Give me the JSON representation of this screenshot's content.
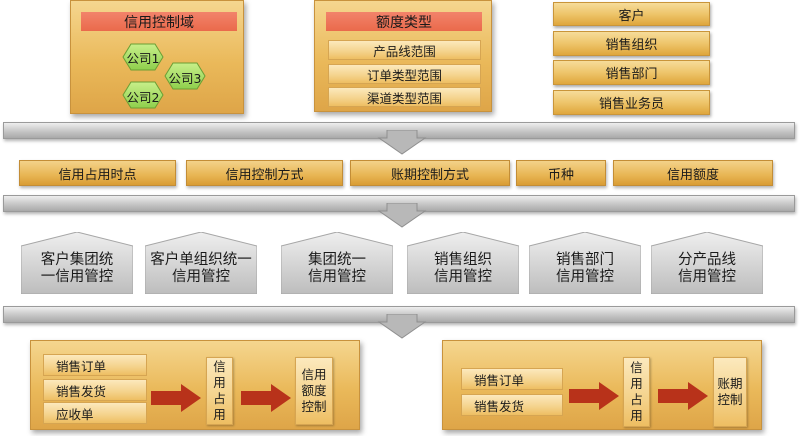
{
  "top": {
    "credit_domain": {
      "title": "信用控制域",
      "companies": [
        "公司1",
        "公司2",
        "公司3"
      ]
    },
    "quota_type": {
      "title": "额度类型",
      "items": [
        "产品线范围",
        "订单类型范围",
        "渠道类型范围"
      ]
    },
    "customer_side": {
      "items": [
        "客户",
        "销售组织",
        "销售部门",
        "销售业务员"
      ]
    }
  },
  "attributes": [
    "信用占用时点",
    "信用控制方式",
    "账期控制方式",
    "币种",
    "信用额度"
  ],
  "control_modes": [
    {
      "line1": "客户集团统",
      "line2": "一信用管控"
    },
    {
      "line1": "客户单组织统一",
      "line2": "信用管控"
    },
    {
      "line1": "集团统一",
      "line2": "信用管控"
    },
    {
      "line1": "销售组织",
      "line2": "信用管控"
    },
    {
      "line1": "销售部门",
      "line2": "信用管控"
    },
    {
      "line1": "分产品线",
      "line2": "信用管控"
    }
  ],
  "flow_left": {
    "sources": [
      "销售订单",
      "销售发货",
      "应收单"
    ],
    "occupy": [
      "信",
      "用",
      "占",
      "用"
    ],
    "control": [
      "信用",
      "额度",
      "控制"
    ]
  },
  "flow_right": {
    "sources": [
      "销售订单",
      "销售发货"
    ],
    "occupy": [
      "信",
      "用",
      "占",
      "用"
    ],
    "control": [
      "账期",
      "控制"
    ]
  },
  "colors": {
    "gold": "#eec56b",
    "red_title": "#ea6a4b",
    "bar_gray": "#c6c6c6",
    "house_gray": "#c9c9c9",
    "flow_arrow": "#b8321a"
  }
}
